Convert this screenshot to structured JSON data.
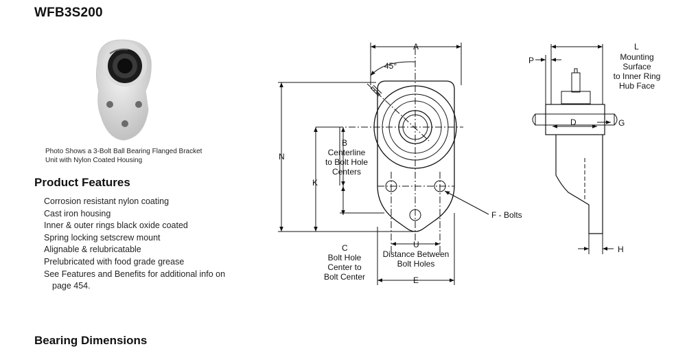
{
  "title": "WFB3S200",
  "photo_caption": [
    "Photo Shows a 3-Bolt Ball Bearing Flanged Bracket",
    "Unit with Nylon Coated Housing"
  ],
  "features_heading": "Product Features",
  "features": [
    "Corrosion resistant nylon coating",
    "Cast iron housing",
    "Inner & outer rings black oxide coated",
    "Spring locking setscrew mount",
    "Alignable & relubricatable",
    "Prelubricated with food grade grease",
    "See Features and Benefits for additional info on",
    "page 454."
  ],
  "dimensions_heading": "Bearing Dimensions",
  "drawing_labels": {
    "a": "A",
    "angle": "45°",
    "n": "N",
    "b": "B",
    "b_desc": [
      "Centerline",
      "to Bolt Hole",
      "Centers"
    ],
    "k": "K",
    "c": "C",
    "c_desc": [
      "Bolt Hole",
      "Center to",
      "Bolt Center"
    ],
    "u": "U",
    "u_desc": [
      "Distance Between",
      "Bolt Holes"
    ],
    "e": "E",
    "f": "F - Bolts",
    "l": "L",
    "l_desc": [
      "Mounting",
      "Surface",
      "to Inner Ring",
      "Hub Face"
    ],
    "p": "P",
    "d": "D",
    "g": "G",
    "h": "H"
  }
}
